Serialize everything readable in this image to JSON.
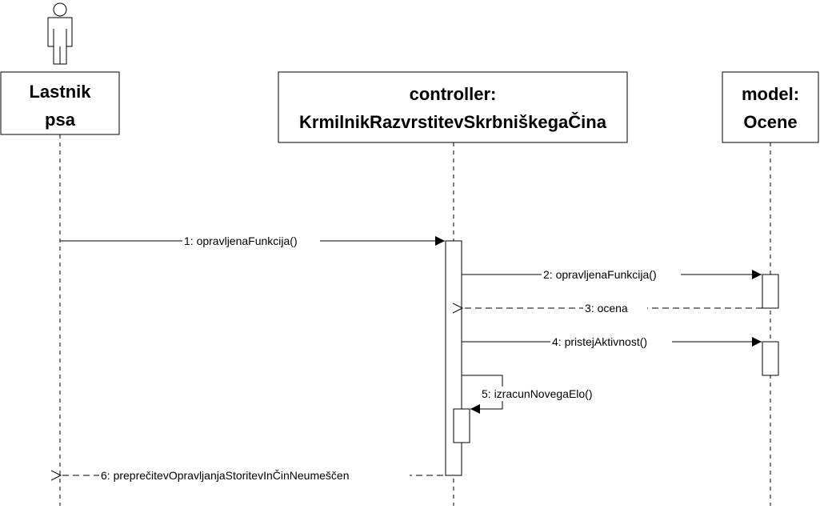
{
  "diagram": {
    "lifelines": [
      {
        "id": "owner",
        "lines": [
          "Lastnik",
          "psa"
        ]
      },
      {
        "id": "controller",
        "lines": [
          "controller:",
          "KrmilnikRazvrstitevSkrbniškegaČina"
        ]
      },
      {
        "id": "model",
        "lines": [
          "model:",
          "Ocene"
        ]
      }
    ],
    "messages": [
      {
        "id": "m1",
        "label": "1: opravljenaFunkcija()",
        "type": "sync"
      },
      {
        "id": "m2",
        "label": "2: opravljenaFunkcija()",
        "type": "sync"
      },
      {
        "id": "m3",
        "label": "3: ocena",
        "type": "return"
      },
      {
        "id": "m4",
        "label": "4: pristejAktivnost()",
        "type": "sync"
      },
      {
        "id": "m5",
        "label": "5: izracunNovegaElo()",
        "type": "self"
      },
      {
        "id": "m6",
        "label": "6: preprečitevOpravljanjaStoritevInČinNeumeščen",
        "type": "return"
      }
    ]
  }
}
